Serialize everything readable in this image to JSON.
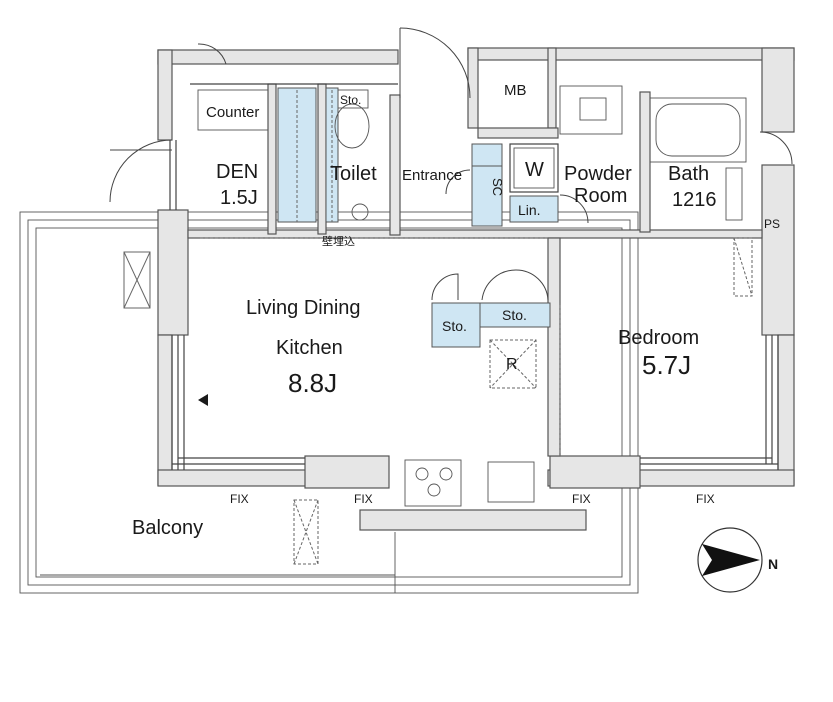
{
  "rooms": {
    "counter": "Counter",
    "den_name": "DEN",
    "den_size": "1.5J",
    "toilet": "Toilet",
    "storage_small": "Sto.",
    "entrance": "Entrance",
    "mb": "MB",
    "sc": "SC",
    "w": "W",
    "linen": "Lin.",
    "powder_line1": "Powder",
    "powder_line2": "Room",
    "bath_name": "Bath",
    "bath_size": "1216",
    "ps": "PS",
    "wall_embed": "壁埋込",
    "ldk_line1": "Living Dining",
    "ldk_line2": "Kitchen",
    "ldk_size": "8.8J",
    "storage_left": "Sto.",
    "storage_right": "Sto.",
    "fridge": "R",
    "bedroom_name": "Bedroom",
    "bedroom_size": "5.7J",
    "balcony": "Balcony"
  },
  "fixed_windows": [
    "FIX",
    "FIX",
    "FIX",
    "FIX"
  ],
  "compass": {
    "north": "N",
    "icon": "compass-icon"
  },
  "colors": {
    "wall_fill": "#e6e6e6",
    "storage_blue": "#cfe6f3",
    "line": "#444444"
  }
}
